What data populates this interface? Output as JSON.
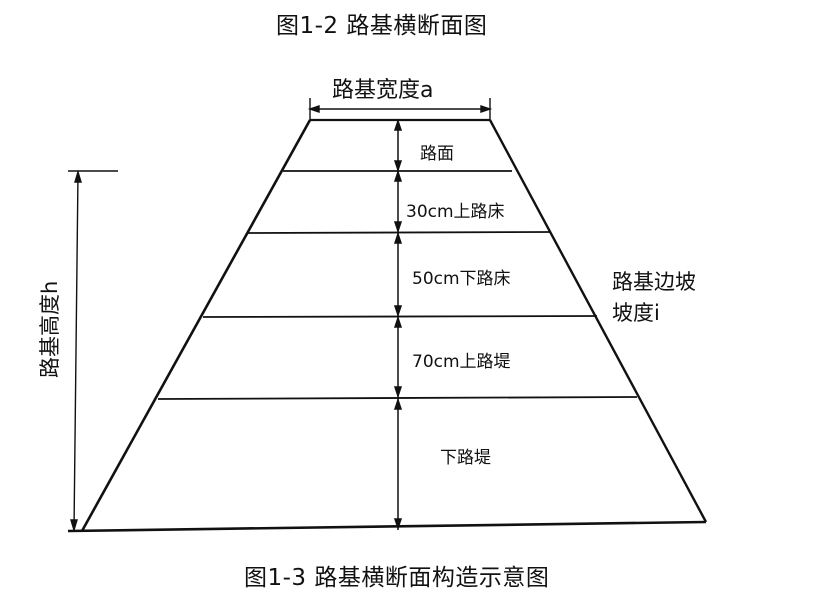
{
  "figure_top": {
    "caption": "图1-2  路基横断面图"
  },
  "figure_bottom": {
    "caption": "图1-3   路基横断面构造示意图"
  },
  "dimensions": {
    "width": "路基宽度a",
    "height": "路基高度h",
    "slope_line1": "路基边坡",
    "slope_line2": "坡度i"
  },
  "layers": [
    {
      "label": "路面"
    },
    {
      "label": "30cm上路床"
    },
    {
      "label": "50cm下路床"
    },
    {
      "label": "70cm上路堤"
    },
    {
      "label": "下路堤"
    }
  ],
  "colors": {
    "line": "#111111",
    "background": "#ffffff"
  }
}
